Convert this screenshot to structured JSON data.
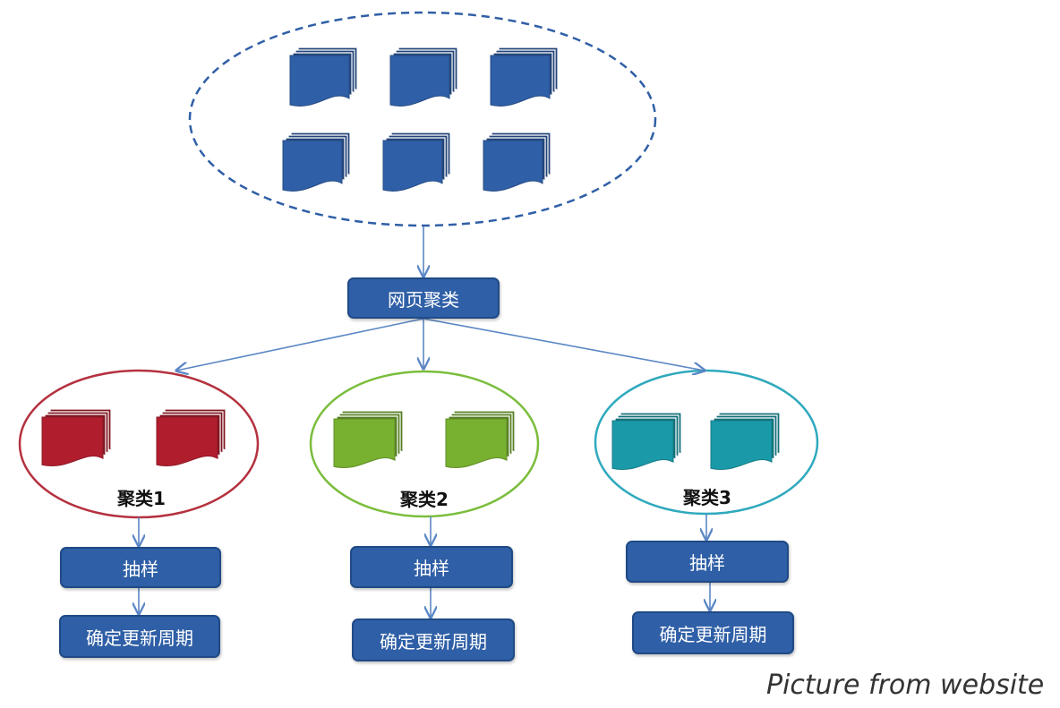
{
  "top_group": {
    "docs_per_row": [
      3,
      3
    ],
    "doc_color": "#2f5fa6"
  },
  "cluster_node": {
    "label": "网页聚类"
  },
  "clusters": [
    {
      "label": "聚类1",
      "doc_color": "#b01e2e",
      "border_color": "#b5313f",
      "doc_count": 2
    },
    {
      "label": "聚类2",
      "doc_color": "#78b030",
      "border_color": "#7bbd3c",
      "doc_count": 2
    },
    {
      "label": "聚类3",
      "doc_color": "#1a9aa8",
      "border_color": "#2fa9bd",
      "doc_count": 2
    }
  ],
  "steps": {
    "sample_label": "抽样",
    "period_label": "确定更新周期"
  },
  "credit": "Picture from website",
  "colors": {
    "box_fill": "#2f5fa6",
    "arrow": "#5b87c5",
    "dashed_ellipse": "#2f5fa6"
  }
}
